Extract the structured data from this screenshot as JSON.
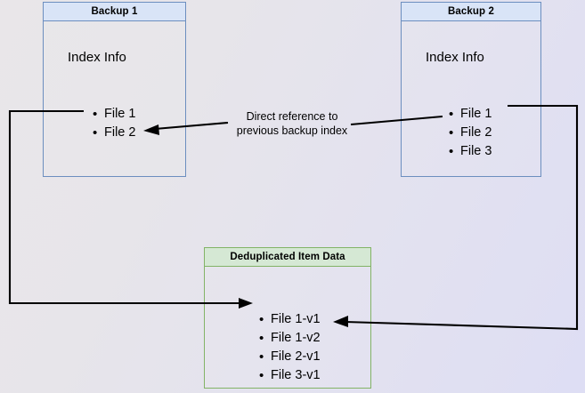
{
  "diagram": {
    "title_hidden": "Backup deduplication reference diagram",
    "background": {
      "color_from": "#e9e6e9",
      "color_to": "#dedef4"
    },
    "colors": {
      "blue_border": "#6c8ebf",
      "blue_header": "#d9e4f7",
      "green_border": "#82b366",
      "green_header": "#d5e8d4",
      "line": "#000000"
    },
    "boxes": [
      {
        "id": "backup1",
        "header": "Backup 1",
        "subtitle": "Index Info",
        "items": [
          "File 1",
          "File 2"
        ]
      },
      {
        "id": "backup2",
        "header": "Backup 2",
        "subtitle": "Index Info",
        "items": [
          "File 1",
          "File 2",
          "File 3"
        ]
      },
      {
        "id": "dedup",
        "header": "Deduplicated Item Data",
        "items": [
          "File 1-v1",
          "File 1-v2",
          "File 2-v1",
          "File 3-v1"
        ]
      }
    ],
    "caption": {
      "line1": "Direct reference to",
      "line2": "previous backup index",
      "text": "Direct reference to\nprevious backup index"
    }
  }
}
